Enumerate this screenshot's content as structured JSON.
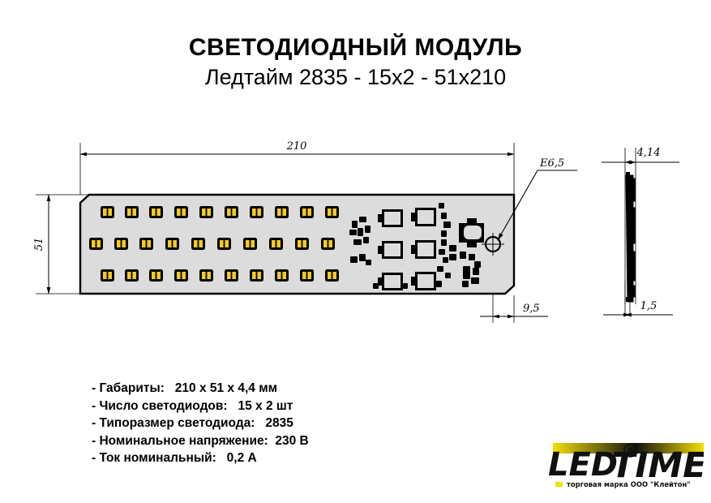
{
  "document": {
    "title_main": "СВЕТОДИОДНЫЙ МОДУЛЬ",
    "title_sub": "Ледтайм 2835 - 15x2 - 51x210"
  },
  "drawing": {
    "dimensions": {
      "length": "210",
      "width": "51",
      "hole_diameter": "Е6,5",
      "hole_offset": "9,5",
      "thickness_total": "4,14",
      "thickness_board": "1,5"
    },
    "board": {
      "fill": "#dcdcdc",
      "stroke": "#000000",
      "led_color": "#f2cb22",
      "led_body": "#000000",
      "led_rows": 3,
      "led_per_row": 10,
      "led_total": 30
    }
  },
  "specs": [
    "- Габариты:   210 x 51 x 4,4 мм",
    "- Число светодиодов:   15 x 2 шт",
    "- Типоразмер светодиода:   2835",
    "- Номинальное напряжение:  230 В",
    "- Ток номинальный:   0,2 А"
  ],
  "logo": {
    "word_led": "LED",
    "word_time": "TIME",
    "registered_mark": "R",
    "tagline": "торговая марка ООО \"Клейтон\"",
    "color_yellow": "#f5e003",
    "color_black": "#101010"
  }
}
